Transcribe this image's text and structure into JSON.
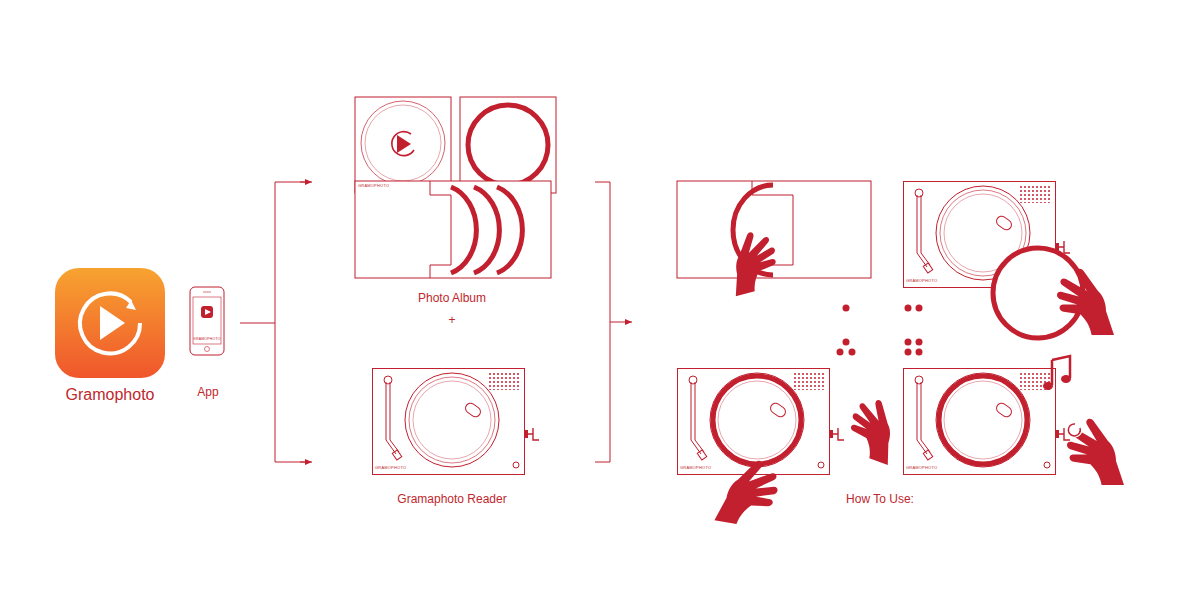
{
  "diagram": {
    "labels": [
      "Gramophoto",
      "App",
      "Photo Album",
      "+",
      "Gramaphoto Reader",
      "How To Use:",
      "GRAMOPHOTO",
      "GRAMOPHOTO",
      "GRAMOPHOTO",
      "GRAMOPHOTO",
      "GRAMOPHOTO",
      "GRAMOPHOTO"
    ]
  }
}
